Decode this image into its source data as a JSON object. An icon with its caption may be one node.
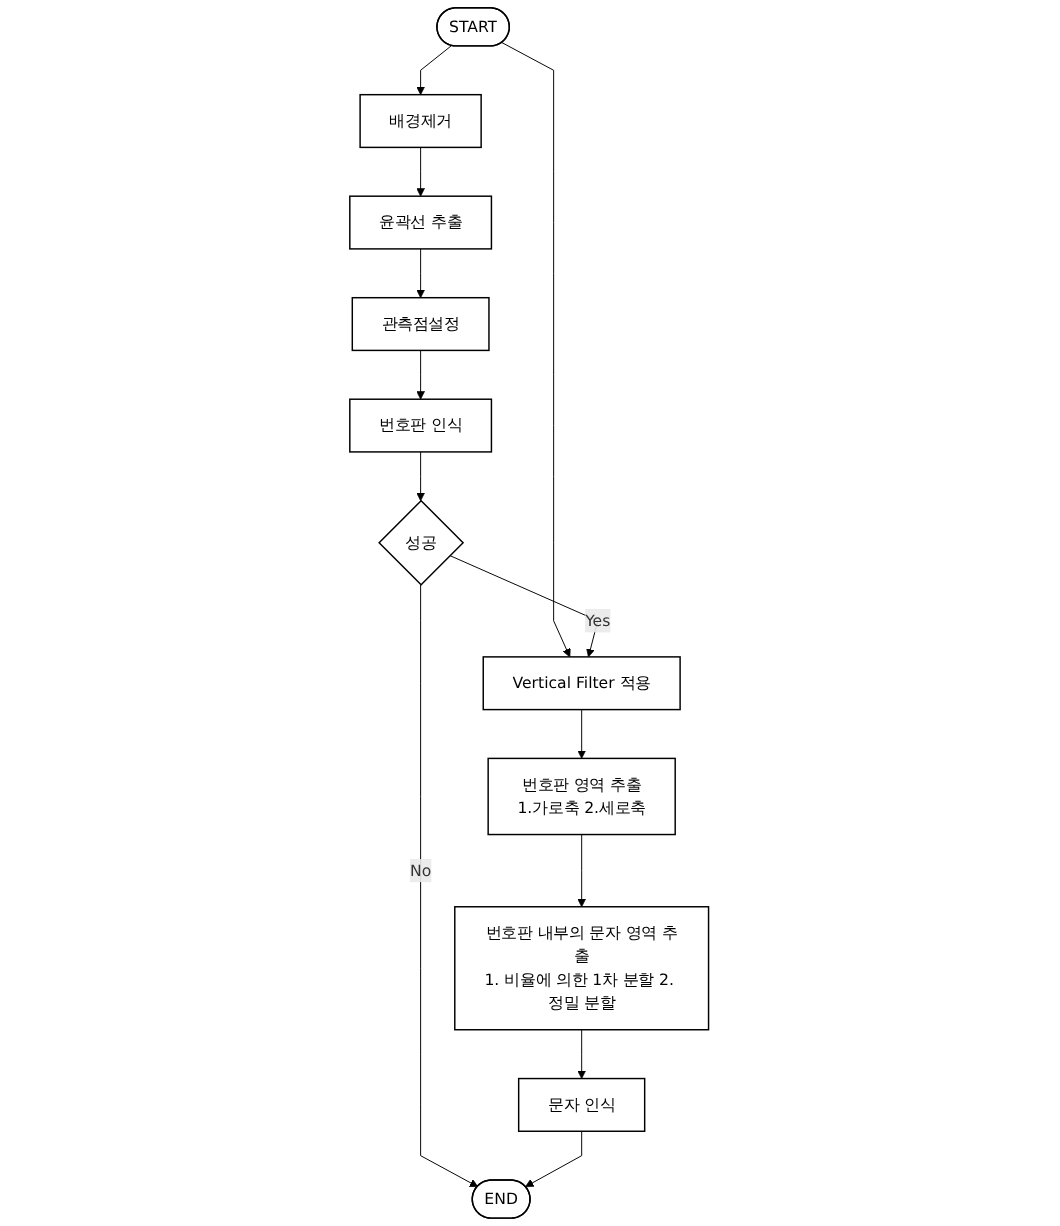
{
  "diagram": {
    "nodes": [
      {
        "text": [
          "START"
        ]
      },
      {
        "text": [
          "배경제거"
        ]
      },
      {
        "text": [
          "윤곽선 추출"
        ]
      },
      {
        "text": [
          "관측점설정"
        ]
      },
      {
        "text": [
          "번호판 인식"
        ]
      },
      {
        "text": [
          "성공"
        ]
      },
      {
        "text": [
          "Vertical Filter 적용"
        ]
      },
      {
        "text": [
          "번호판 영역 추출",
          "1.가로축 2.세로축"
        ]
      },
      {
        "text": [
          "번호판 내부의 문자 영역 추출",
          "1. 비율에 의한 1차 분할 2. 정밀 분할"
        ]
      },
      {
        "text": [
          "문자 인식"
        ]
      },
      {
        "text": [
          "END"
        ]
      }
    ],
    "edges": [
      {
        "from": 0,
        "to": 1,
        "arrow": "to"
      },
      {
        "from": 0,
        "to": 6,
        "arrow": "to"
      },
      {
        "from": 1,
        "to": 2,
        "arrow": "to"
      },
      {
        "from": 2,
        "to": 3,
        "arrow": "to"
      },
      {
        "from": 3,
        "to": 4,
        "arrow": "to"
      },
      {
        "from": 4,
        "to": 5,
        "arrow": "to"
      },
      {
        "from": 5,
        "to": 6,
        "arrow": "to",
        "label": "Yes"
      },
      {
        "from": 5,
        "to": 10,
        "arrow": "to",
        "label": "No"
      },
      {
        "from": 6,
        "to": 7,
        "arrow": "to"
      },
      {
        "from": 7,
        "to": 8,
        "arrow": "to"
      },
      {
        "from": 8,
        "to": 9,
        "arrow": "to"
      },
      {
        "from": 9,
        "to": 10,
        "arrow": "to"
      }
    ]
  }
}
